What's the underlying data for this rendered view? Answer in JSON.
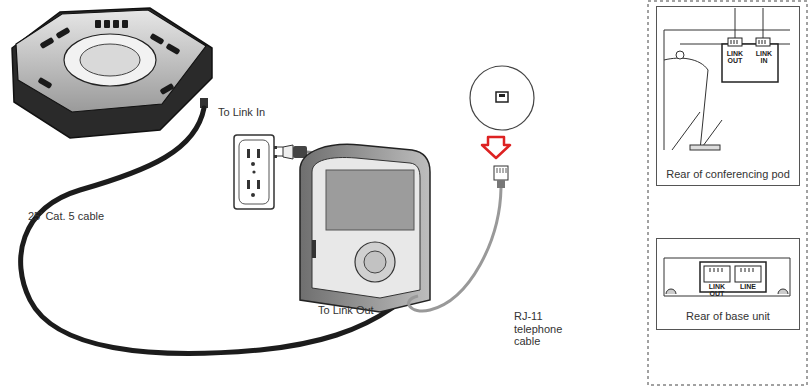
{
  "diagram": {
    "nodes": [
      {
        "text": [
          "Rear of conferencing pod"
        ]
      },
      {
        "text": [
          "Rear of base unit"
        ]
      }
    ],
    "labels": [
      "To Link In",
      "25' Cat. 5 cable",
      "To Link Out",
      "RJ-11 telephone cable",
      "LINK OUT",
      "LINK IN",
      "LINK OUT",
      "LINE"
    ]
  }
}
